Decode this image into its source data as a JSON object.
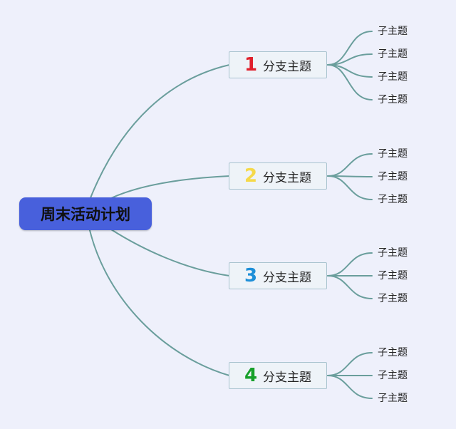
{
  "root": {
    "label": "周末活动计划",
    "color": "#4860dc"
  },
  "line_color": "#6a9e9c",
  "branches": [
    {
      "number": "1",
      "number_color": "#e0202c",
      "label": "分支主题",
      "children": [
        "子主题",
        "子主题",
        "子主题",
        "子主题"
      ]
    },
    {
      "number": "2",
      "number_color": "#f5d949",
      "label": "分支主题",
      "children": [
        "子主题",
        "子主题",
        "子主题"
      ]
    },
    {
      "number": "3",
      "number_color": "#1e8fd8",
      "label": "分支主题",
      "children": [
        "子主题",
        "子主题",
        "子主题"
      ]
    },
    {
      "number": "4",
      "number_color": "#17a02a",
      "label": "分支主题",
      "children": [
        "子主题",
        "子主题",
        "子主题"
      ]
    }
  ]
}
